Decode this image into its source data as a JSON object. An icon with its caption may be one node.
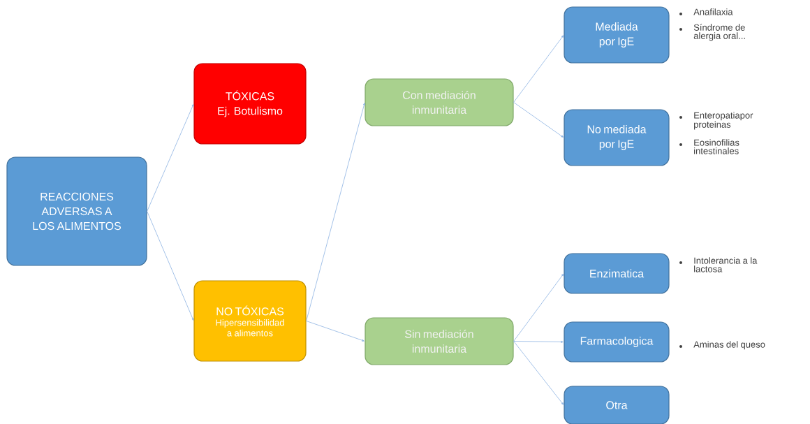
{
  "diagram": {
    "nodes": [
      {
        "text": [
          "REACCIONES ADVERSAS A LOS ALIMENTOS"
        ]
      },
      {
        "text": [
          "TÓXICAS",
          "Ej. Botulismo"
        ]
      },
      {
        "text": [
          "NO TÓXICAS",
          "Hipersensibilidad a alimentos"
        ]
      },
      {
        "text": [
          "Con mediación inmunitaria"
        ]
      },
      {
        "text": [
          "Sin mediación inmunitaria"
        ]
      },
      {
        "text": [
          "Mediada por IgE"
        ],
        "beside": [
          "Anafilaxia",
          "Síndrome de alergia oral..."
        ]
      },
      {
        "text": [
          "No mediada por IgE"
        ],
        "beside": [
          "Enteropatiapor proteinas",
          "Eosinofilias intestinales"
        ]
      },
      {
        "text": [
          "Enzimatica"
        ],
        "beside": [
          "Intolerancia a la lactosa"
        ]
      },
      {
        "text": [
          "Farmacologica"
        ],
        "beside": [
          "Aminas del queso"
        ]
      },
      {
        "text": [
          "Otra"
        ]
      }
    ],
    "edges": [
      {
        "from": 0,
        "to": 1,
        "arrow": "to"
      },
      {
        "from": 0,
        "to": 2,
        "arrow": "to"
      },
      {
        "from": 2,
        "to": 3,
        "arrow": "to"
      },
      {
        "from": 2,
        "to": 4,
        "arrow": "to"
      },
      {
        "from": 3,
        "to": 5,
        "arrow": "to"
      },
      {
        "from": 3,
        "to": 6,
        "arrow": "to"
      },
      {
        "from": 4,
        "to": 7,
        "arrow": "to"
      },
      {
        "from": 4,
        "to": 8,
        "arrow": "to"
      },
      {
        "from": 4,
        "to": 9,
        "arrow": "to"
      }
    ]
  }
}
